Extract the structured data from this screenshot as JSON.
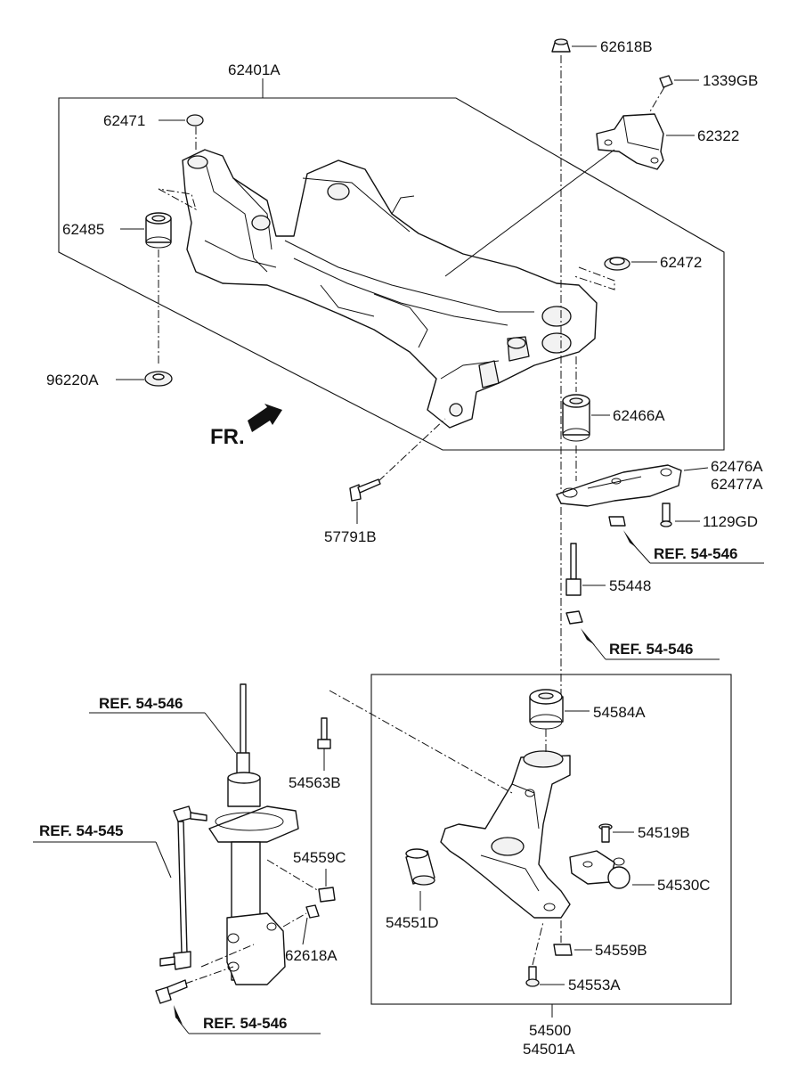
{
  "diagram": {
    "front_marker": "FR.",
    "labels": {
      "p62401A": "62401A",
      "p62471": "62471",
      "p62485": "62485",
      "p96220A": "96220A",
      "p62618B": "62618B",
      "p1339GB": "1339GB",
      "p62322": "62322",
      "p62472": "62472",
      "p62466A": "62466A",
      "p62476A": "62476A",
      "p62477A": "62477A",
      "p1129GD": "1129GD",
      "p57791B": "57791B",
      "p55448": "55448",
      "p54584A": "54584A",
      "p54563B": "54563B",
      "p54559C": "54559C",
      "p62618A": "62618A",
      "p54519B": "54519B",
      "p54530C": "54530C",
      "p54551D": "54551D",
      "p54559B": "54559B",
      "p54553A": "54553A",
      "p54500": "54500",
      "p54501A": "54501A"
    },
    "refs": {
      "ref1": "REF. 54-546",
      "ref2": "REF. 54-546",
      "ref3": "REF. 54-546",
      "ref4": "REF. 54-545",
      "ref5": "REF. 54-546"
    }
  }
}
